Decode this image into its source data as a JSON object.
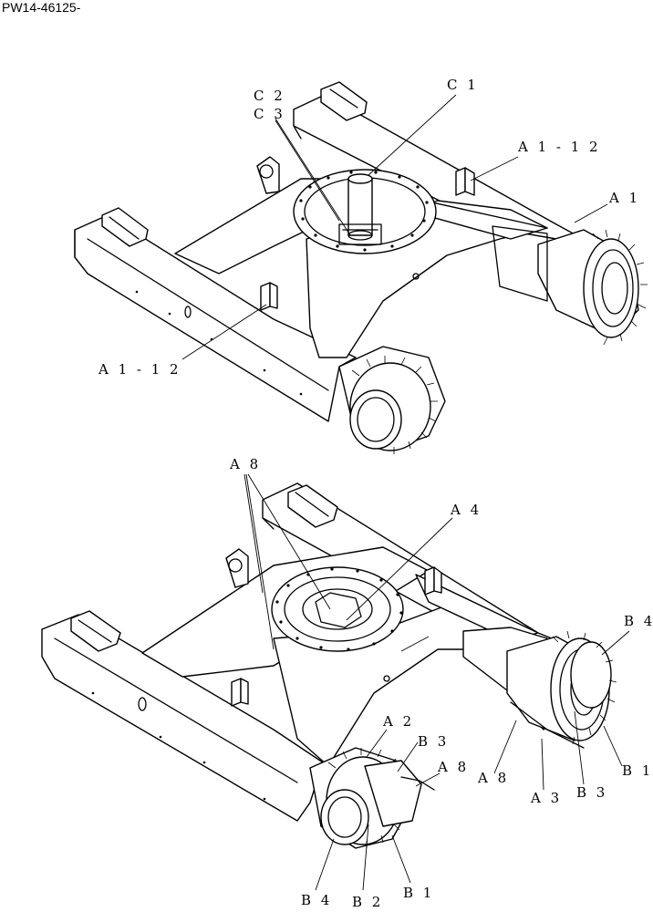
{
  "page_code": "PW14-46125-",
  "labels": {
    "c2": "C 2",
    "c3": "C 3",
    "c1": "C 1",
    "a1_12_upper": "A 1 - 1 2",
    "a1": "A 1",
    "a1_12_lower": "A 1 - 1 2",
    "a8_top": "A 8",
    "a4": "A 4",
    "b4_right": "B 4",
    "a2": "A 2",
    "b3_left": "B 3",
    "a8_mid": "A 8",
    "a8_right": "A 8",
    "b1_right": "B 1",
    "a3": "A 3",
    "b3_right": "B 3",
    "b4_bottom": "B 4",
    "b2": "B 2",
    "b1_bottom": "B 1"
  }
}
